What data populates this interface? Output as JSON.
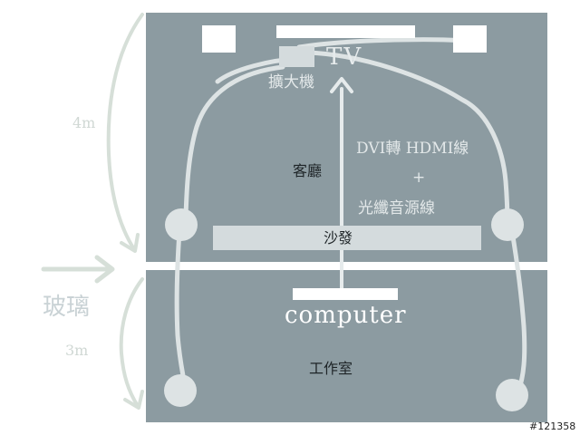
{
  "labels": {
    "tv": "TV",
    "amplifier": "擴大機",
    "living_room": "客廳",
    "cable_line1": "DVI轉 HDMI線",
    "cable_plus": "+",
    "cable_line2": "光纖音源線",
    "sofa": "沙發",
    "computer": "computer",
    "study": "工作室",
    "glass": "玻璃",
    "dim_living": "4m",
    "dim_study": "3m",
    "watermark": "#121358"
  },
  "colors": {
    "room_fill": "#8c9ba1",
    "sofa_fill": "#d4dbdd",
    "amplifier_fill": "#d4dbdd",
    "box_white": "#ffffff",
    "wire": "#dde3e4",
    "arrow_outer": "#d6dfd8",
    "glass_text": "#c9d2d5"
  }
}
